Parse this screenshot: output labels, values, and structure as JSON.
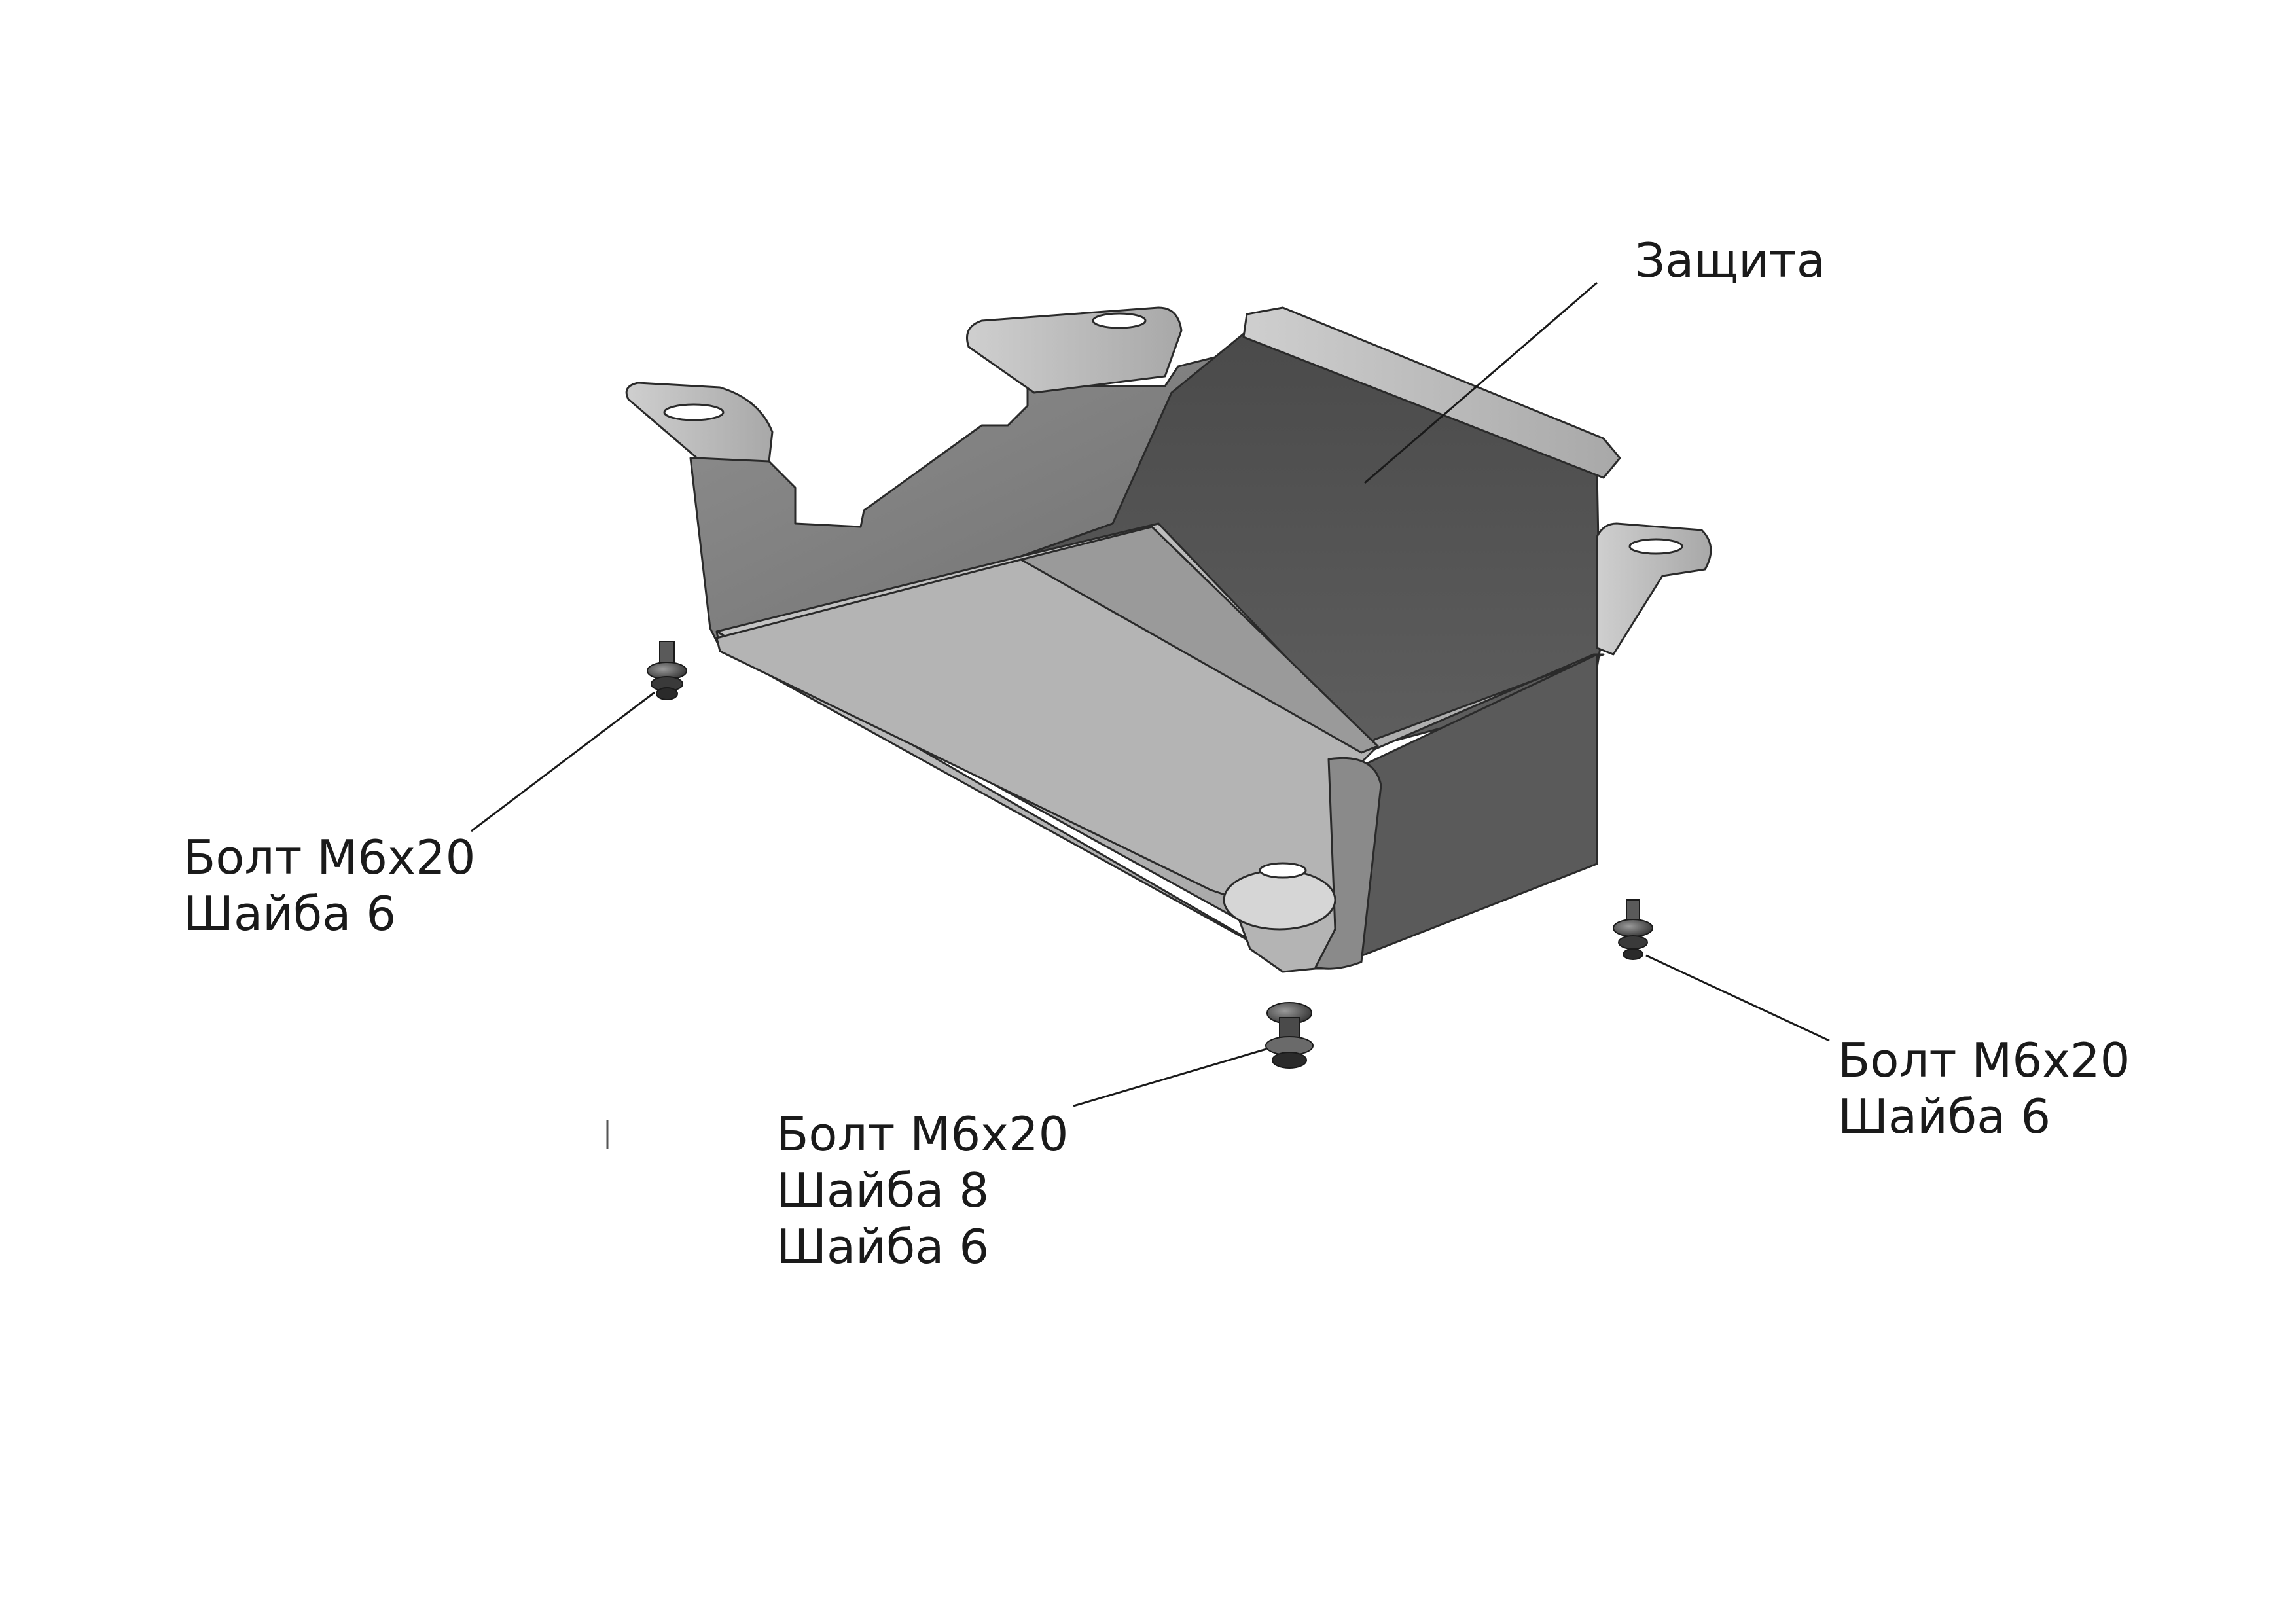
{
  "labels": {
    "shield": "Защита",
    "left": [
      "Болт М6х20",
      "Шайба 6"
    ],
    "bottom": [
      "Болт М6х20",
      "Шайба 8",
      "Шайба 6"
    ],
    "right": [
      "Болт М6х20",
      "Шайба 6"
    ]
  }
}
